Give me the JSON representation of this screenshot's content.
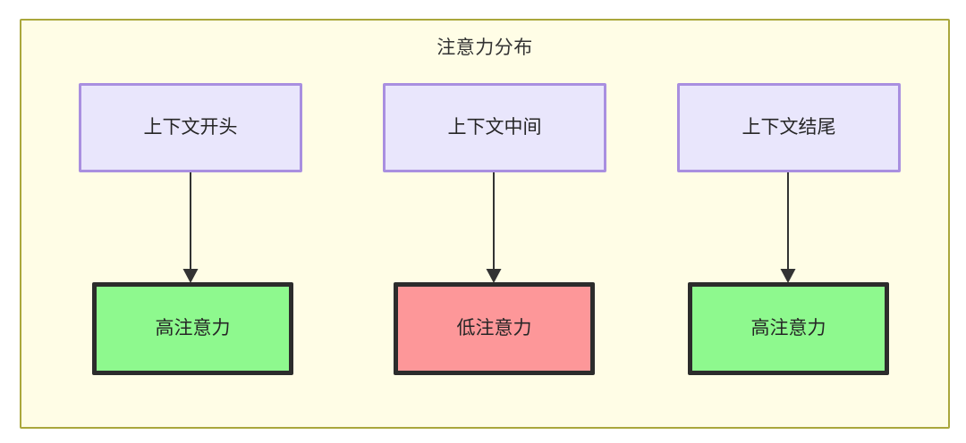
{
  "diagram": {
    "title": "注意力分布",
    "colors": {
      "container_fill": "#fffde6",
      "container_border": "#aaa73c",
      "top_node_fill": "#e9e6fc",
      "top_node_border": "#a98fe0",
      "high_attention_fill": "#8ef98e",
      "low_attention_fill": "#fd9799",
      "bottom_node_border": "#2c2c2c",
      "edge_color": "#333333",
      "text_color": "#262626"
    },
    "columns": [
      {
        "source": {
          "label": "上下文开头"
        },
        "target": {
          "label": "高注意力",
          "level": "high"
        }
      },
      {
        "source": {
          "label": "上下文中间"
        },
        "target": {
          "label": "低注意力",
          "level": "low"
        }
      },
      {
        "source": {
          "label": "上下文结尾"
        },
        "target": {
          "label": "高注意力",
          "level": "high"
        }
      }
    ]
  }
}
